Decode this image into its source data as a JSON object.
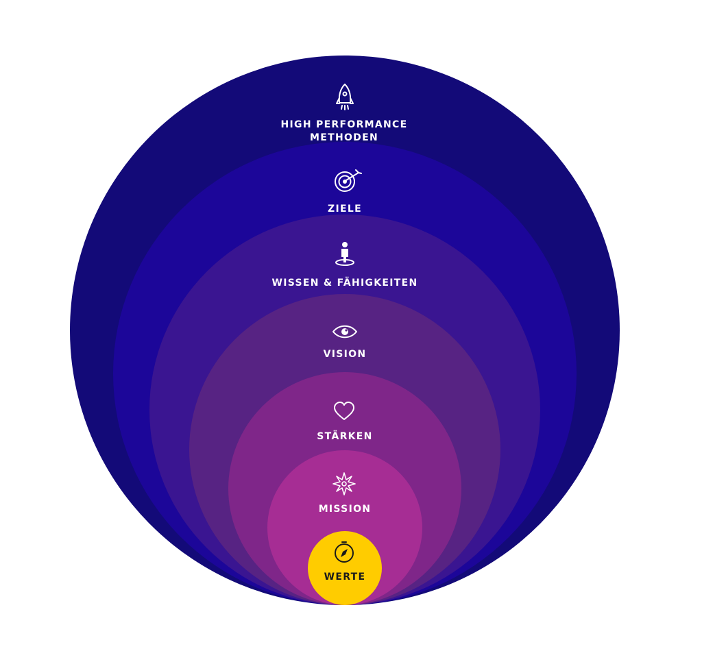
{
  "layers": [
    {
      "id": "methoden",
      "label_line1": "HIGH PERFORMANCE",
      "label_line2": "METHODEN",
      "icon": "rocket-icon",
      "color": "#130a78"
    },
    {
      "id": "ziele",
      "label": "ZIELE",
      "icon": "target-icon",
      "color": "#1c0699"
    },
    {
      "id": "wissen",
      "label": "WISSEN & FÄHIGKEITEN",
      "icon": "person-on-platform-icon",
      "color": "#3a1591"
    },
    {
      "id": "vision",
      "label": "VISION",
      "icon": "eye-icon",
      "color": "#572383"
    },
    {
      "id": "staerken",
      "label": "STÄRKEN",
      "icon": "heart-icon",
      "color": "#7f2689"
    },
    {
      "id": "mission",
      "label": "MISSION",
      "icon": "compass-rose-icon",
      "color": "#a62d94"
    },
    {
      "id": "werte",
      "label": "WERTE",
      "icon": "compass-icon",
      "color": "#ffcc00"
    }
  ]
}
